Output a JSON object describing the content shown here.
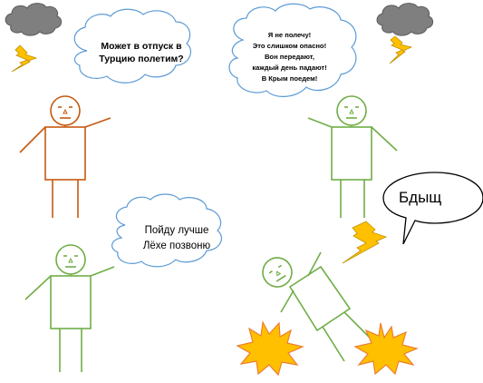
{
  "bubbles": {
    "first": {
      "lines": [
        "Может в отпуск в",
        "Турцию полетим?"
      ]
    },
    "second": {
      "lines": [
        "Я не полечу!",
        "Это слишком опасно!",
        "Вон передают,",
        "каждый день падают!",
        "В Крым поедем!"
      ]
    },
    "third": {
      "lines": [
        "Пойду лучше",
        "Лёхе позвоню"
      ]
    },
    "boom": {
      "text": "Бдыщ"
    }
  },
  "colors": {
    "orange_figure": "#C55A11",
    "green_figure": "#70AD47",
    "cloud_outline": "#5B9BD5",
    "storm_cloud": "#7F7F7F",
    "lightning": "#FFC000",
    "explosion_fill": "#FFC000",
    "explosion_outline": "#ED7D31"
  },
  "icons": [
    "storm-cloud-icon",
    "lightning-icon",
    "explosion-icon"
  ]
}
